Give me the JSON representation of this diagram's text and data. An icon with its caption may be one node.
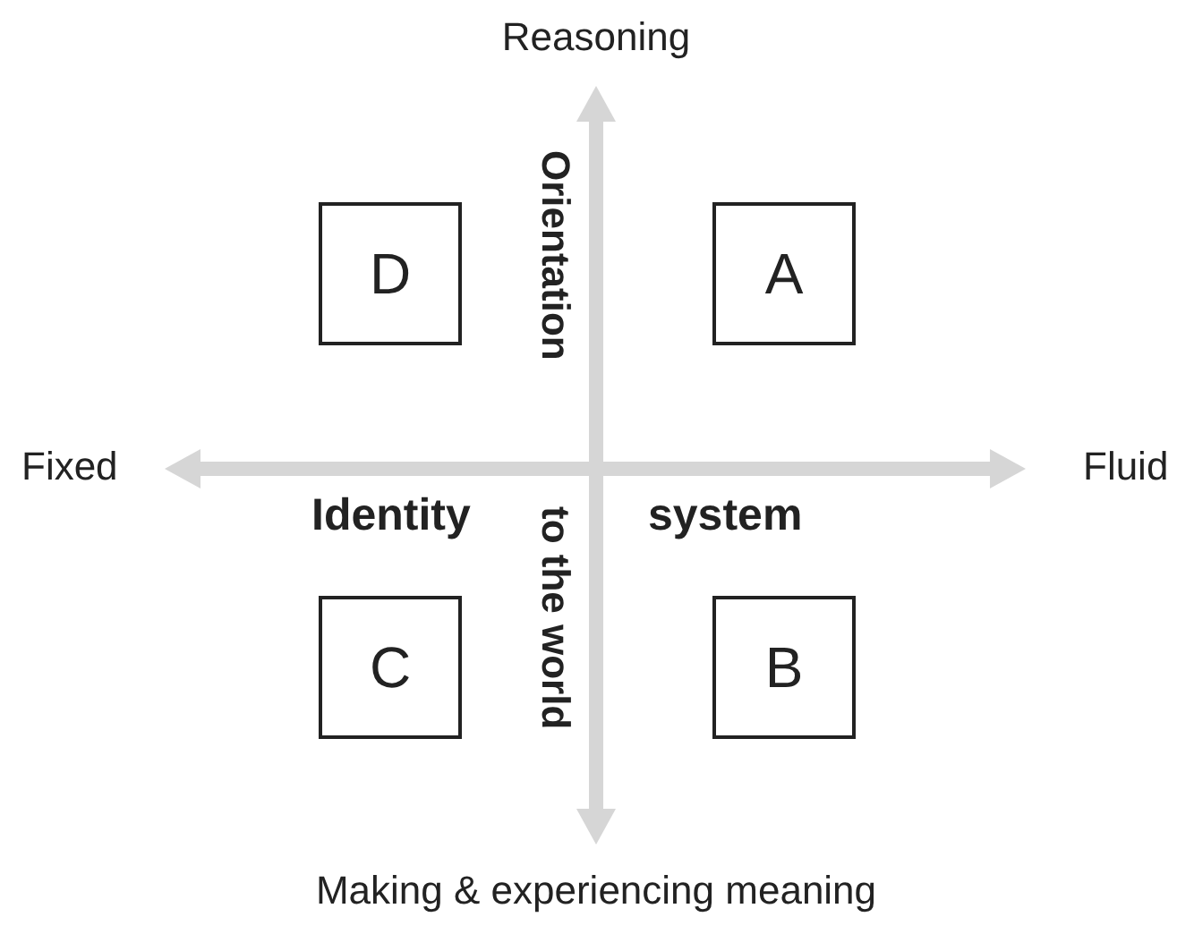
{
  "diagram": {
    "nodes": [
      {
        "text": [
          "D"
        ]
      },
      {
        "text": [
          "A"
        ]
      },
      {
        "text": [
          "C"
        ]
      },
      {
        "text": [
          "B"
        ]
      }
    ],
    "edges": [],
    "labels": [
      "Reasoning",
      "Orientation",
      "Fixed",
      "Fluid",
      "Identity",
      "to the world",
      "system",
      "Making & experiencing meaning"
    ]
  }
}
